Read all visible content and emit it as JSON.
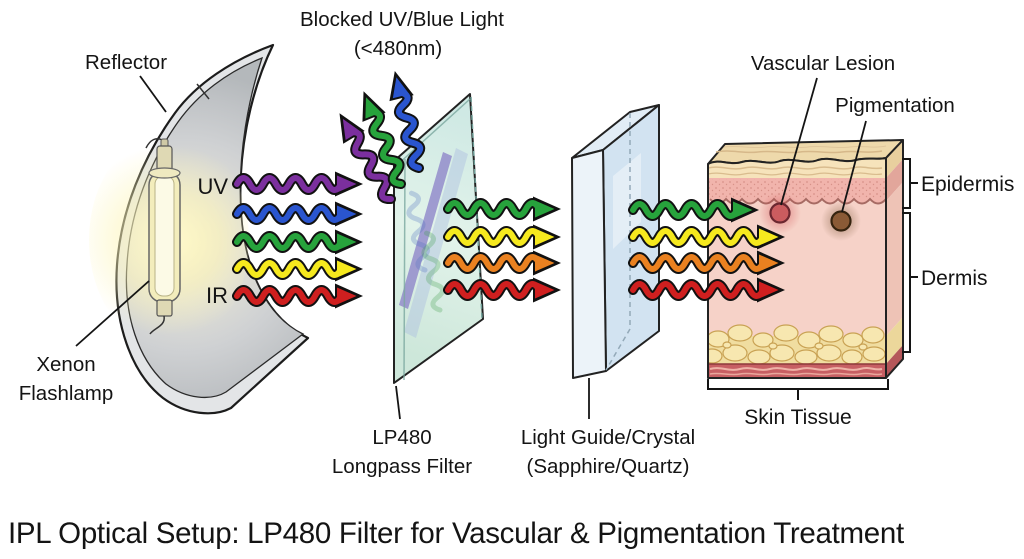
{
  "title": "IPL Optical Setup: LP480 Filter for Vascular & Pigmentation Treatment",
  "labels": {
    "blocked_light_line1": "Blocked UV/Blue Light",
    "blocked_light_line2": "(<480nm)",
    "reflector": "Reflector",
    "uv": "UV",
    "ir": "IR",
    "xenon_line1": "Xenon",
    "xenon_line2": "Flashlamp",
    "filter_line1": "LP480",
    "filter_line2": "Longpass Filter",
    "light_guide_line1": "Light Guide/Crystal",
    "light_guide_line2": "(Sapphire/Quartz)",
    "vascular_lesion": "Vascular Lesion",
    "pigmentation": "Pigmentation",
    "epidermis": "Epidermis",
    "dermis": "Dermis",
    "skin_tissue": "Skin Tissue"
  },
  "beams": {
    "source_emission": [
      "UV",
      "blue",
      "green",
      "yellow",
      "IR"
    ],
    "blocked_reflected_by_filter": [
      "UV",
      "green",
      "blue"
    ],
    "transmitted_to_skin": [
      "green",
      "yellow",
      "orange",
      "red"
    ]
  },
  "colors": {
    "uv_purple": "#7b2f9e",
    "blue": "#2a55cf",
    "green": "#27a33c",
    "yellow": "#f6e91e",
    "orange": "#ea8120",
    "red": "#cf1f1f",
    "lesion_red": "#cb5c5f",
    "pigment_brown": "#8a5a36",
    "reflector_gray": "#dfe2e4",
    "glass_green": "#d8ede2",
    "glass_blue": "#dce9f4",
    "skin_dermis": "#f6d2c8"
  }
}
